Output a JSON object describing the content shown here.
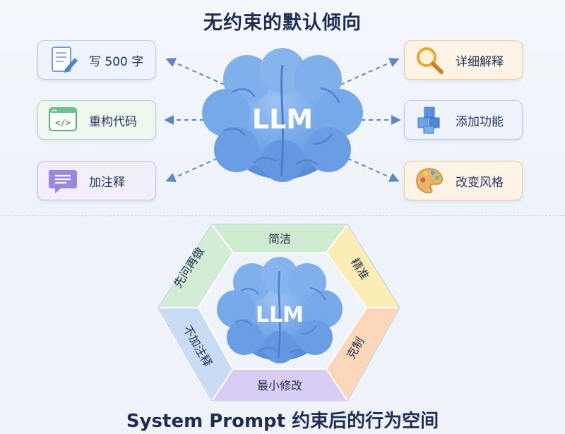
{
  "top_title": "无约束的默认倾向",
  "bottom_title": "System Prompt 约束后的行为空间",
  "top_brain_label": "LLM",
  "bottom_brain_label": "LLM",
  "left_items": [
    {
      "label": "写 500 字",
      "icon": "document-pen-icon"
    },
    {
      "label": "重构代码",
      "icon": "code-window-icon"
    },
    {
      "label": "加注释",
      "icon": "comment-icon"
    }
  ],
  "right_items": [
    {
      "label": "详细解释",
      "icon": "magnifier-icon"
    },
    {
      "label": "添加功能",
      "icon": "cubes-icon"
    },
    {
      "label": "改变风格",
      "icon": "palette-icon"
    }
  ],
  "hexagon_segments": {
    "top": "简洁",
    "upper_right": "精准",
    "lower_right": "克制",
    "bottom": "最小修改",
    "lower_left": "不加注释",
    "upper_left": "先问再做"
  },
  "colors": {
    "brain": "#6fa3e6",
    "brain_dark": "#4f86d3",
    "arrow": "#5f86c8",
    "seg_top": "#cdeccf",
    "seg_upper_right": "#fbedb4",
    "seg_lower_right": "#fbd6b8",
    "seg_bottom": "#d9cdf5",
    "seg_lower_left": "#c9dcf6",
    "seg_upper_left": "#d3ecd6"
  }
}
